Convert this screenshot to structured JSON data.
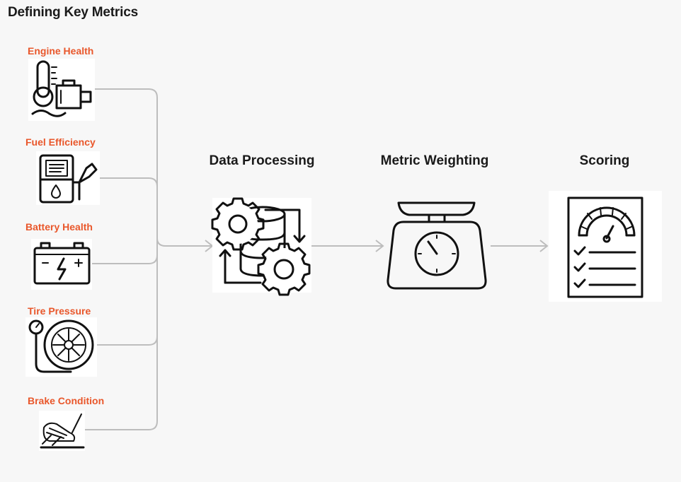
{
  "title": "Defining Key Metrics",
  "metrics": [
    {
      "label": "Engine Health",
      "icon": "engine-icon"
    },
    {
      "label": "Fuel Efficiency",
      "icon": "fuel-pump-icon"
    },
    {
      "label": "Battery Health",
      "icon": "battery-icon"
    },
    {
      "label": "Tire Pressure",
      "icon": "tire-pressure-icon"
    },
    {
      "label": "Brake Condition",
      "icon": "brake-pedal-icon"
    }
  ],
  "stages": [
    {
      "label": "Data Processing",
      "icon": "gears-database-icon"
    },
    {
      "label": "Metric Weighting",
      "icon": "scale-icon"
    },
    {
      "label": "Scoring",
      "icon": "scorecard-icon"
    }
  ],
  "colors": {
    "accent": "#e9572b",
    "text": "#1a1a1a",
    "connector": "#bdbdbd",
    "background": "#f7f7f7"
  }
}
